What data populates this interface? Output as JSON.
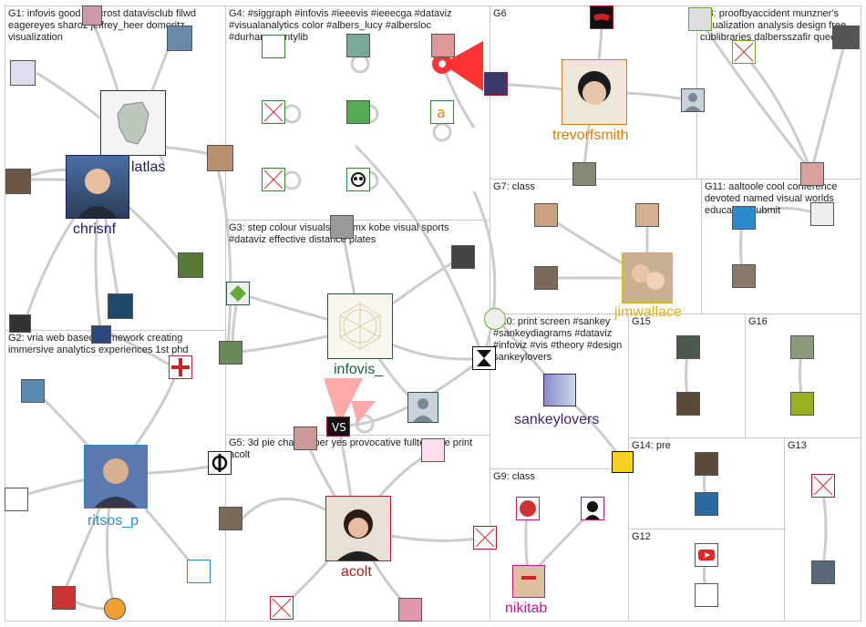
{
  "colors": {
    "edge": "#cccccc",
    "box_border": "#c8c8c8",
    "red_marker": "#ff3333"
  },
  "groups": [
    {
      "id": "G1",
      "label": "G1: infovis good lisacrost datavisclub filwd eagereyes sharoz jeffrey_heer domoritz visualization"
    },
    {
      "id": "G2",
      "label": "G2: vria web based framework creating immersive analytics experiences 1st phd"
    },
    {
      "id": "G3",
      "label": "G3: step colour visualsportsmx kobe visual sports #dataviz effective distance plates"
    },
    {
      "id": "G4",
      "label": "G4: #siggraph #infovis #ieeevis #ieeecga #dataviz #visualanalytics color #albers_lucy #albersloc #durhamcountylib"
    },
    {
      "id": "G5",
      "label": "G5: 3d pie chart paper yes provocative fulltext pre print acolt"
    },
    {
      "id": "G6",
      "label": "G6"
    },
    {
      "id": "G7",
      "label": "G7: class"
    },
    {
      "id": "G8",
      "label": "G8: proofbyaccident munzner's visualization analysis design free cublibraries dalbersszafir queen"
    },
    {
      "id": "G9",
      "label": "G9: class"
    },
    {
      "id": "G10",
      "label": "G10: print screen #sankey #sankeydiagrams #dataviz #infoviz #vis #theory #design sankeylovers"
    },
    {
      "id": "G11",
      "label": "G11: aaltoole cool conference devoted named visual worlds education submit"
    },
    {
      "id": "G12",
      "label": "G12"
    },
    {
      "id": "G13",
      "label": "G13"
    },
    {
      "id": "G14",
      "label": "G14: pre"
    },
    {
      "id": "G15",
      "label": "G15"
    },
    {
      "id": "G16",
      "label": "G16"
    }
  ],
  "labels": {
    "latlas": "latlas",
    "chrisnf": "chrisnf",
    "ritsos_p": "ritsos_p",
    "infovis_": "infovis_",
    "acolt": "acolt",
    "trevorfsmith": "trevorfsmith",
    "jimwallace": "jimwallace",
    "sankeylovers": "sankeylovers",
    "nikitab": "nikitab"
  },
  "label_colors": {
    "latlas": "#1a1a66",
    "chrisnf": "#1a1a66",
    "ritsos_p": "#2a8acb",
    "infovis_": "#1f5f3a",
    "acolt": "#aa1f1f",
    "trevorfsmith": "#e07a10",
    "jimwallace": "#e0b020",
    "sankeylovers": "#4a2070",
    "nikitab": "#c21a8c"
  }
}
